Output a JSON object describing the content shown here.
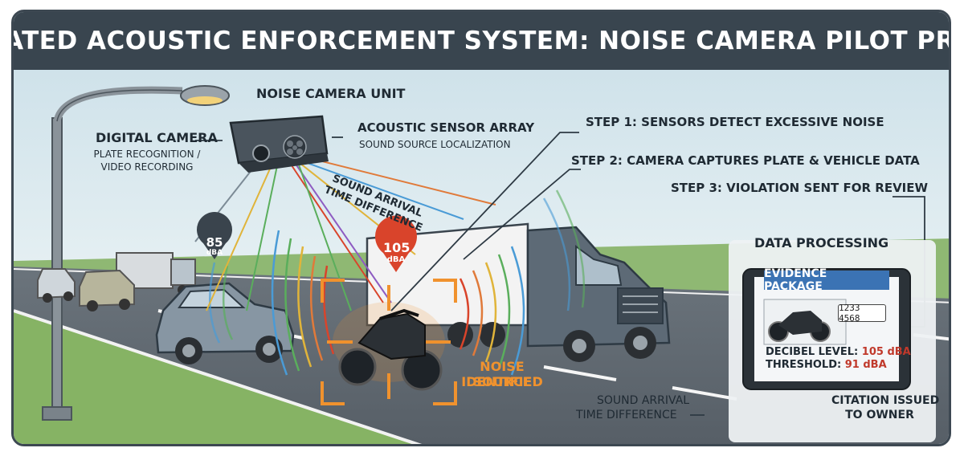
{
  "title": "AUTOMATED ACOUSTIC ENFORCEMENT SYSTEM: NOISE CAMERA PILOT PROGRAM",
  "labels": {
    "noise_camera_unit": "NOISE CAMERA UNIT",
    "digital_camera": "DIGITAL CAMERA",
    "digital_camera_sub_1": "PLATE RECOGNITION /",
    "digital_camera_sub_2": "VIDEO RECORDING",
    "acoustic_sensor_array": "ACOUSTIC SENSOR ARRAY",
    "acoustic_sensor_sub": "SOUND SOURCE LOCALIZATION",
    "sound_arrival_top_1": "SOUND ARRIVAL",
    "sound_arrival_top_2": "TIME DIFFERENCE",
    "sound_arrival_bottom_1": "SOUND ARRIVAL",
    "sound_arrival_bottom_2": "TIME DIFFERENCE",
    "noise_source_1": "NOISE SOURCE",
    "noise_source_2": "IDENTIFIED",
    "citation_1": "CITATION ISSUED",
    "citation_2": "TO OWNER"
  },
  "steps": {
    "step1": "STEP 1: SENSORS DETECT EXCESSIVE NOISE",
    "step2": "STEP 2: CAMERA CAPTURES PLATE & VEHICLE DATA",
    "step3": "STEP 3: VIOLATION SENT FOR REVIEW"
  },
  "badges": {
    "car_value": "85",
    "car_unit": "dBA",
    "motorcycle_value": "105",
    "motorcycle_unit": "dBA"
  },
  "data_processing": {
    "heading": "DATA PROCESSING",
    "evidence_title": "EVIDENCE PACKAGE",
    "plate": "1233 4568",
    "decibel_label": "DECIBEL LEVEL:",
    "decibel_value": "105 dBA",
    "threshold_label": "THRESHOLD:",
    "threshold_value": "91 dBA"
  },
  "colors": {
    "title_bar": "#39454f",
    "badge_car": "#3a444d",
    "badge_motorcycle": "#d9442b",
    "highlight_orange": "#f0922e",
    "evidence_blue": "#3b73b4",
    "value_red": "#c0392b"
  }
}
